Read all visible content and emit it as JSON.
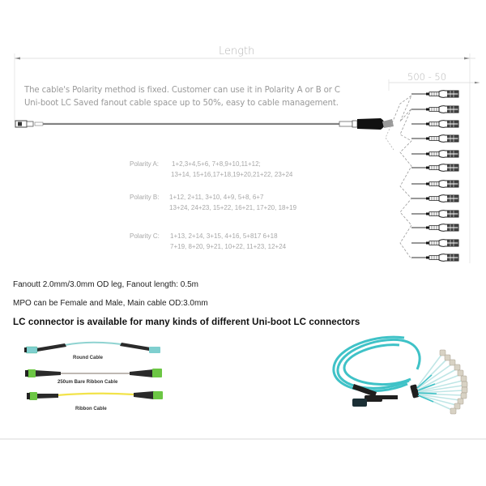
{
  "drawing": {
    "length_label": "Length",
    "fanout_dim_label": "500 - 50",
    "description": [
      "The cable's Polarity method is fixed. Customer can use it in Polarity A or B or C",
      "Uni-boot LC Saved fanout cable space up to 50%, easy to cable management."
    ],
    "lc_connector_count": 12,
    "polarities": [
      {
        "label": "Polarity A:",
        "line1": "1+2,3+4,5+6, 7+8,9+10,11+12;",
        "line2": "13+14, 15+16,17+18,19+20,21+22, 23+24"
      },
      {
        "label": "Polarity B:",
        "line1": "1+12, 2+11,  3+10, 4+9,  5+8,  6+7",
        "line2": "13+24, 24+23, 15+22, 16+21, 17+20, 18+19"
      },
      {
        "label": "Polarity C:",
        "line1": "1+13, 2+14,  3+15, 4+16,  5+817  6+18",
        "line2": "7+19, 8+20, 9+21, 10+22, 11+23, 12+24"
      }
    ]
  },
  "specs": {
    "line1": "Fanoutt 2.0mm/3.0mm OD leg, Fanout length: 0.5m",
    "line2": "MPO can be Female and Male, Main cable OD:3.0mm",
    "headline": "LC connector is available for many kinds of different Uni-boot LC connectors"
  },
  "cable_types": [
    {
      "caption": "Round Cable",
      "cable_color": "#8fd3d1",
      "boot_color": "#2a2a2a",
      "connector_color": "#7fcfcf"
    },
    {
      "caption": "250um Bare Ribbon Cable",
      "cable_color": "#a8a09a",
      "boot_color": "#2a2a2a",
      "connector_color": "#6cc644"
    },
    {
      "caption": "Ribbon Cable",
      "cable_color": "#f2e34a",
      "boot_color": "#2a2a2a",
      "connector_color": "#6cc644"
    }
  ],
  "photo": {
    "subject": "MPO to LC fanout cable, aqua",
    "cable_color": "#3fc2c7",
    "connector_color": "#1f1f1f",
    "lc_color": "#d8d2c4"
  }
}
